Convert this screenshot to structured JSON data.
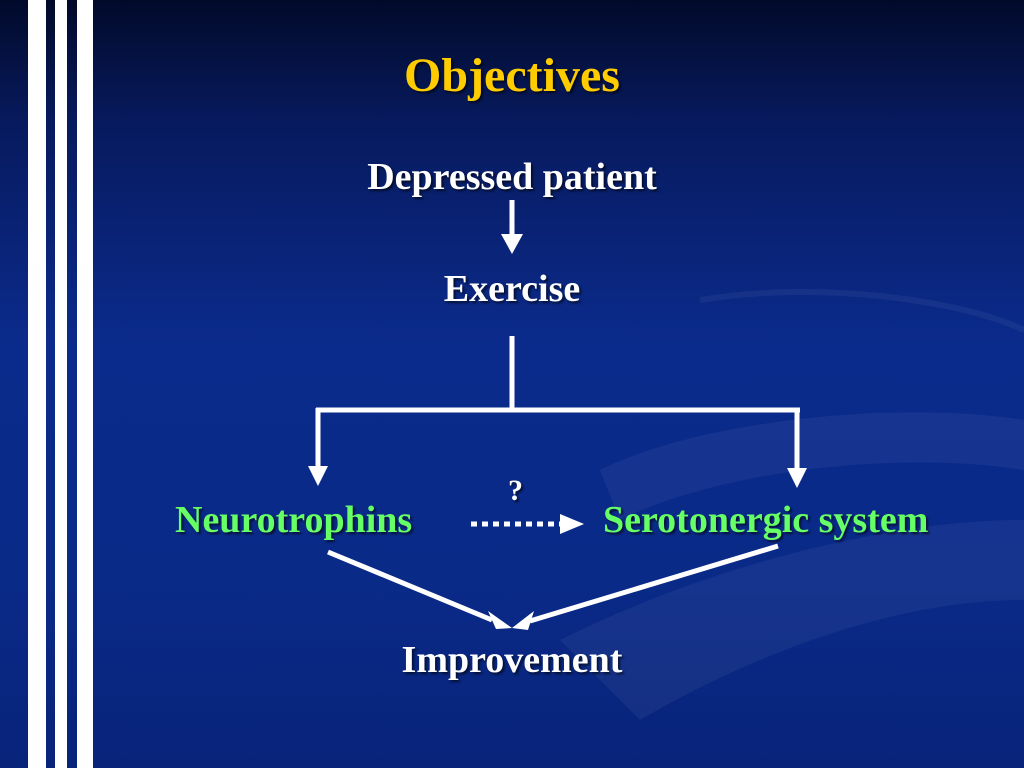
{
  "slide": {
    "title": "Objectives",
    "nodes": {
      "start": "Depressed patient",
      "exercise": "Exercise",
      "neurotrophins": "Neurotrophins",
      "serotonergic": "Serotonergic system",
      "improvement": "Improvement"
    },
    "question_mark": "?",
    "colors": {
      "title": "#ffcc00",
      "node_text": "#ffffff",
      "highlight_text": "#66ff66",
      "arrows": "#ffffff"
    }
  }
}
